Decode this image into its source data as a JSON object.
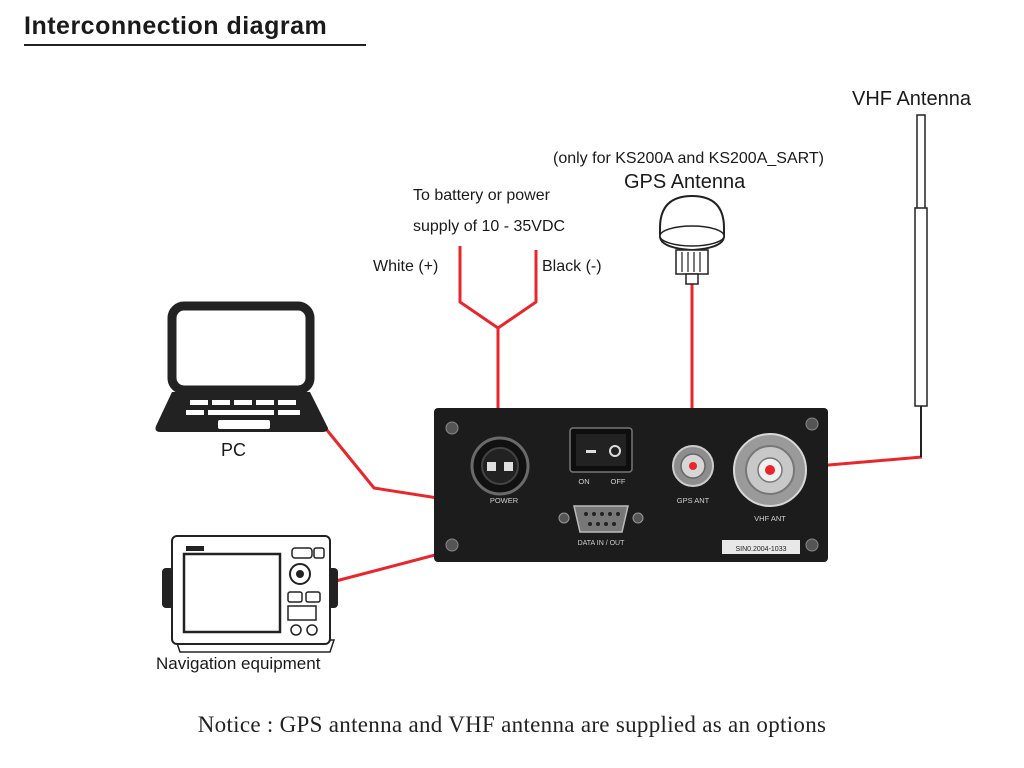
{
  "title": "Interconnection diagram",
  "labels": {
    "vhf_antenna": "VHF Antenna",
    "gps_note": "(only for KS200A and KS200A_SART)",
    "gps_antenna": "GPS Antenna",
    "battery_line1": "To battery or power",
    "battery_line2": "supply of 10 - 35VDC",
    "white": "White (+)",
    "black": "Black (-)",
    "pc": "PC",
    "navigation": "Navigation equipment"
  },
  "device": {
    "power": "POWER",
    "on": "ON",
    "off": "OFF",
    "gps_ant": "GPS ANT",
    "vhf_ant": "VHF ANT",
    "data": "DATA IN / OUT",
    "serial": "SIN0.2004-1033"
  },
  "notice": "Notice : GPS antenna and VHF antenna are supplied as an options",
  "colors": {
    "cable": "#e8262b",
    "device": "#1c1c1c",
    "ink": "#1a1a1a"
  },
  "icons": [
    "laptop-icon",
    "navigation-display-icon",
    "gps-antenna-icon",
    "vhf-antenna-icon"
  ]
}
